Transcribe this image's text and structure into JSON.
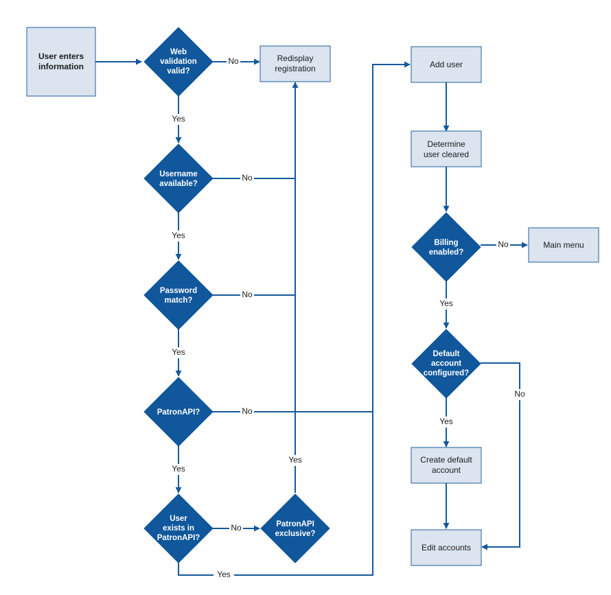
{
  "nodes": {
    "start": [
      "User enters",
      "information"
    ],
    "web_valid": [
      "Web",
      "validation",
      "valid?"
    ],
    "redisplay": [
      "Redisplay",
      "registration"
    ],
    "username": [
      "Username",
      "available?"
    ],
    "password": [
      "Password",
      "match?"
    ],
    "patronapi": [
      "PatronAPI?"
    ],
    "user_exists": [
      "User",
      "exists in",
      "PatronAPI?"
    ],
    "exclusive": [
      "PatronAPI",
      "exclusive?"
    ],
    "add_user": [
      "Add user"
    ],
    "determine": [
      "Determine",
      "user cleared"
    ],
    "billing": [
      "Billing",
      "enabled?"
    ],
    "main_menu": [
      "Main menu"
    ],
    "default_acct": [
      "Default",
      "account",
      "configured?"
    ],
    "create_default": [
      "Create default",
      "account"
    ],
    "edit_accounts": [
      "Edit accounts"
    ]
  },
  "edge_labels": {
    "no": "No",
    "yes": "Yes"
  }
}
